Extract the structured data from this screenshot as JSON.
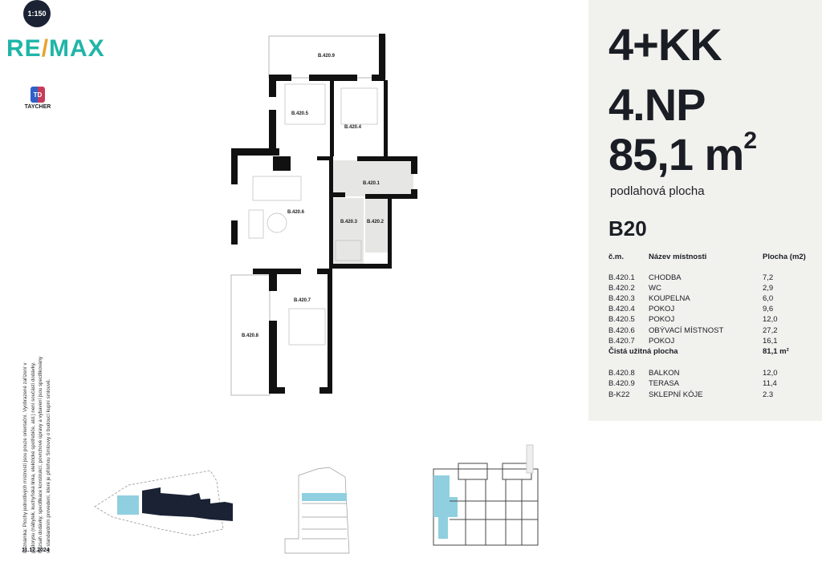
{
  "scale": "1:150",
  "logos": {
    "remax": "RE/MAX",
    "developer": "TAYCHER"
  },
  "note": [
    "Poznámka: Plochy jednotlivých místností jsou pouze orientační. Vyobrazené zařízení v",
    "půdorysu (nábytek, kuchyňská linka, elektrické spotřebiče, atd.) není součástí dodávky.",
    "Rozsah dodávky, specifikace konstrukcí, povrchové úpravy a vybavení jsou specifikovány",
    "ve standardním provedení, které je přílohou Smlouvy o budoucí kupní smlouvě."
  ],
  "date": "11.12.2024",
  "header": {
    "type": "4+KK",
    "floor": "4.NP",
    "area": "85,1 m",
    "area_sup": "2",
    "area_label": "podlahová plocha",
    "unit": "B20"
  },
  "table": {
    "headers": [
      "č.m.",
      "Název místnosti",
      "Plocha (m2)"
    ],
    "rooms": [
      [
        "B.420.1",
        "CHODBA",
        "7,2"
      ],
      [
        "B.420.2",
        "WC",
        "2,9"
      ],
      [
        "B.420.3",
        "KOUPELNA",
        "6,0"
      ],
      [
        "B.420.4",
        "POKOJ",
        "9,6"
      ],
      [
        "B.420.5",
        "POKOJ",
        "12,0"
      ],
      [
        "B.420.6",
        "OBÝVACÍ MÍSTNOST",
        "27,2"
      ],
      [
        "B.420.7",
        "POKOJ",
        "16,1"
      ]
    ],
    "total_label": "Čistá užitná plocha",
    "total_value": "81,1 m²",
    "extra": [
      [
        "B.420.8",
        "BALKON",
        "12,0"
      ],
      [
        "B.420.9",
        "TERASA",
        "11,4"
      ],
      [
        "B-K22",
        "SKLEPNÍ KÓJE",
        "2.3"
      ]
    ]
  },
  "plan_labels": {
    "r9": "B.420.9",
    "r5": "B.420.5",
    "r4": "B.420.4",
    "r1": "B.420.1",
    "r6": "B.420.6",
    "r3": "B.420.3",
    "r2": "B.420.2",
    "r7": "B.420.7",
    "r8": "B.420.8"
  },
  "colors": {
    "highlight": "#8fcfe0",
    "dark": "#1a2234",
    "panel": "#f1f1ee"
  }
}
